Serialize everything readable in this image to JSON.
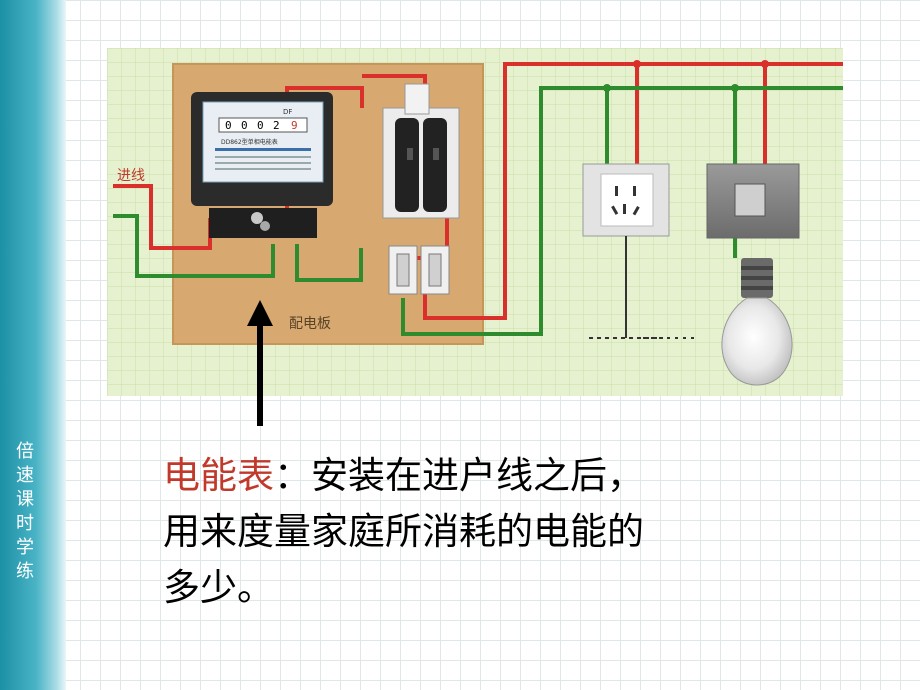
{
  "sidebar": {
    "chars": [
      "倍",
      "速",
      "课",
      "时",
      "学",
      "练"
    ]
  },
  "diagram": {
    "incoming_label": "进线",
    "board_label": "配电板",
    "meter": {
      "brand": "DF",
      "digits": [
        "0",
        "0",
        "0",
        "2",
        "9"
      ],
      "model": "DD862型单相电能表"
    }
  },
  "caption": {
    "term": "电能表",
    "colon": "：",
    "line1": "安装在进户线之后，",
    "line2": "用来度量家庭所消耗的电能的",
    "line3": "多少。"
  },
  "colors": {
    "accent": "#c0392b",
    "wire_red": "#d9302c",
    "wire_green": "#2e8b2e",
    "band": "#1c8fa5"
  }
}
